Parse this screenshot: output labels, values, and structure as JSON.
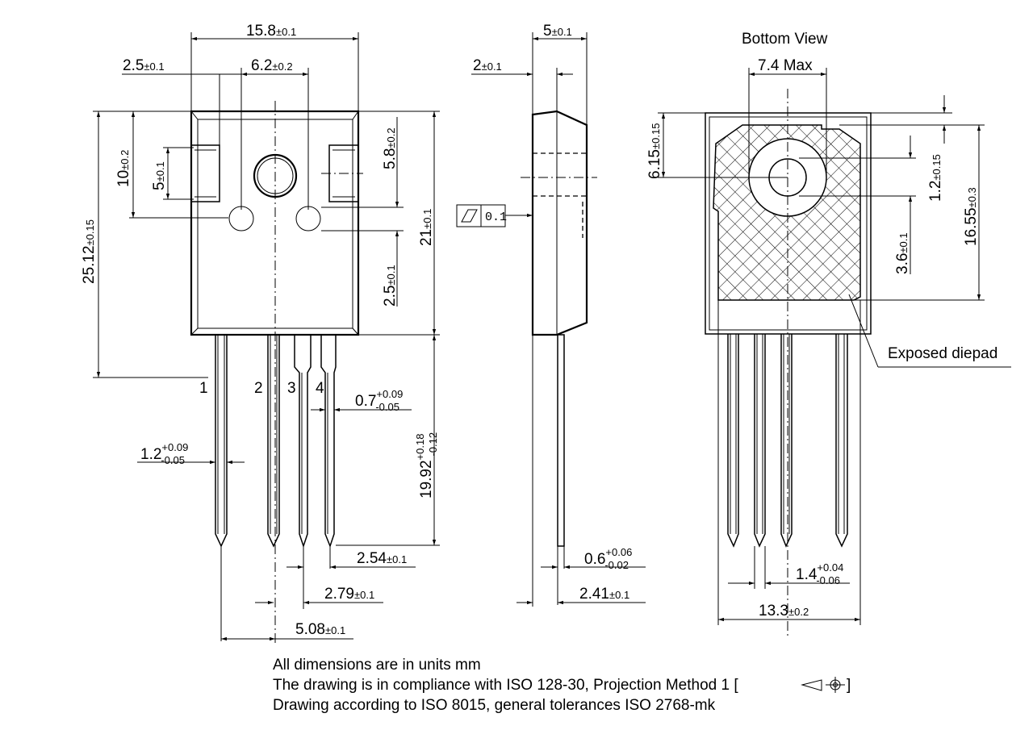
{
  "views": {
    "bottom_view_title": "Bottom View"
  },
  "front": {
    "width": {
      "value": "15.8",
      "tol": "±0.1"
    },
    "tab_offset": {
      "value": "2.5",
      "tol": "±0.1"
    },
    "hole_spacing": {
      "value": "6.2",
      "tol": "±0.2"
    },
    "height_total": {
      "value": "25.12",
      "tol": "±0.15"
    },
    "ten": {
      "value": "10",
      "tol": "±0.2"
    },
    "five": {
      "value": "5",
      "tol": "±0.1"
    },
    "five_eight": {
      "value": "5.8",
      "tol": "±0.2"
    },
    "twentyone": {
      "value": "21",
      "tol": "±0.1"
    },
    "two_five_vertical": {
      "value": "2.5",
      "tol": "±0.1"
    },
    "pin_labels": [
      "1",
      "2",
      "3",
      "4"
    ],
    "pin_width": {
      "value": "0.7",
      "tol_plus": "+0.09",
      "tol_minus": "-0.05"
    },
    "pin_width_wide": {
      "value": "1.2",
      "tol_plus": "+0.09",
      "tol_minus": "-0.05"
    },
    "lead_length": {
      "value": "19.92",
      "tol_plus": "+0.18",
      "tol_minus": "-0.12"
    },
    "pitch": {
      "value": "2.54",
      "tol": "±0.1"
    },
    "pitch2": {
      "value": "2.79",
      "tol": "±0.1"
    },
    "pitch3": {
      "value": "5.08",
      "tol": "±0.1"
    }
  },
  "side": {
    "thickness": {
      "value": "5",
      "tol": "±0.1"
    },
    "tab_thickness": {
      "value": "2",
      "tol": "±0.1"
    },
    "flatness_value": "0.1",
    "lead_thickness": {
      "value": "0.6",
      "tol_plus": "+0.06",
      "tol_minus": "-0.02"
    },
    "lead_offset": {
      "value": "2.41",
      "tol": "±0.1"
    }
  },
  "bottom": {
    "hole_max": "7.4 Max",
    "pad_top": {
      "value": "6.15",
      "tol": "±0.15"
    },
    "one_two": {
      "value": "1.2",
      "tol": "±0.15"
    },
    "sixteen": {
      "value": "16.55",
      "tol": "±0.3"
    },
    "three_six": {
      "value": "3.6",
      "tol": "±0.1"
    },
    "exposed_label": "Exposed diepad",
    "lead_w": {
      "value": "1.4",
      "tol_plus": "+0.04",
      "tol_minus": "-0.06"
    },
    "width": {
      "value": "13.3",
      "tol": "±0.2"
    }
  },
  "notes": {
    "line1": "All dimensions are in units mm",
    "line2": "The drawing is in compliance with ISO 128-30, Projection Method 1 [",
    "line2_end": "]",
    "line3": "Drawing according to ISO 8015, general tolerances ISO 2768-mk"
  }
}
